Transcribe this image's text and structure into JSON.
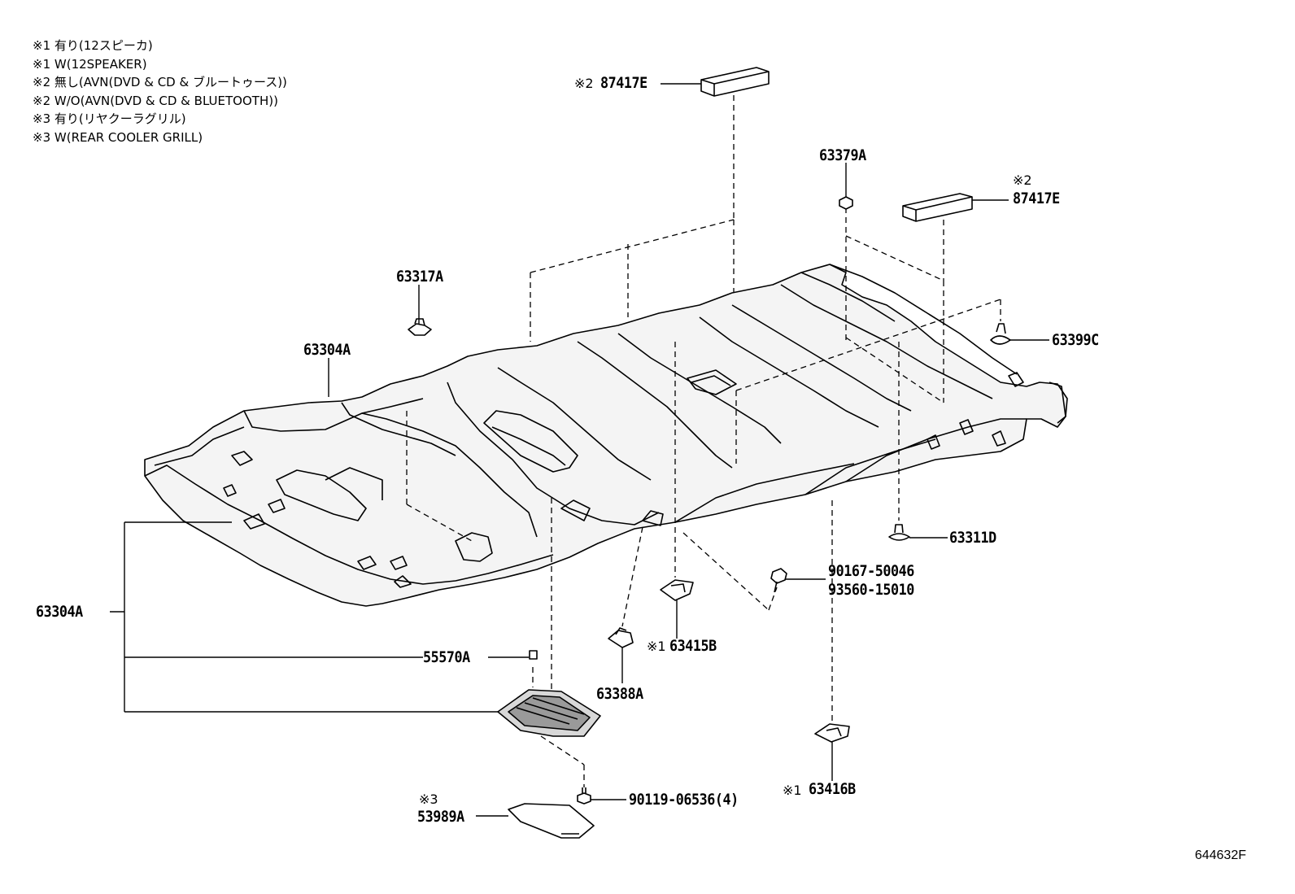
{
  "notes": [
    "※1 有り(12スピーカ)",
    "※1 W(12SPEAKER)",
    "※2 無し(AVN(DVD & CD & ブルートゥース))",
    "※2 W/O(AVN(DVD & CD & BLUETOOTH))",
    "※3 有り(リヤクーラグリル)",
    "※3 W(REAR COOLER GRILL)"
  ],
  "parts": {
    "p87417E_left": "87417E",
    "p87417E_left_mark": "※2",
    "p87417E_right": "87417E",
    "p87417E_right_mark": "※2",
    "p63379A": "63379A",
    "p63317A": "63317A",
    "p63304A_top": "63304A",
    "p63399C": "63399C",
    "p63311D": "63311D",
    "p90167": "90167-50046",
    "p93560": "93560-15010",
    "p63304A_left": "63304A",
    "p55570A": "55570A",
    "p63415B": "63415B",
    "p63415B_mark": "※1",
    "p63388A": "63388A",
    "p63416B": "63416B",
    "p63416B_mark": "※1",
    "p53989A": "53989A",
    "p53989A_mark": "※3",
    "p90119": "90119-06536(4)"
  },
  "diagram_code": "644632F"
}
